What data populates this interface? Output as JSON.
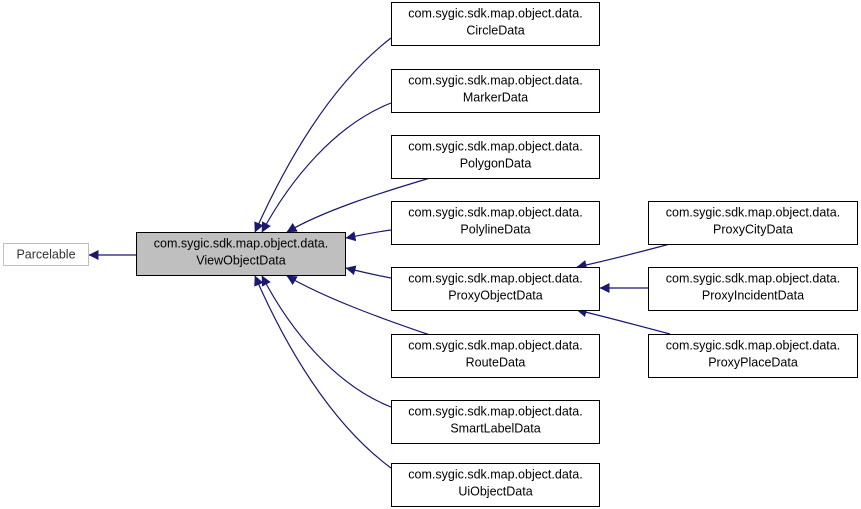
{
  "diagram": {
    "nodes": [
      {
        "id": "parcelable",
        "lines": [
          "Parcelable"
        ],
        "style": "external"
      },
      {
        "id": "viewobjectdata",
        "lines": [
          "com.sygic.sdk.map.object.data.",
          "ViewObjectData"
        ],
        "style": "focus"
      },
      {
        "id": "circledata",
        "lines": [
          "com.sygic.sdk.map.object.data.",
          "CircleData"
        ],
        "style": "normal"
      },
      {
        "id": "markerdata",
        "lines": [
          "com.sygic.sdk.map.object.data.",
          "MarkerData"
        ],
        "style": "normal"
      },
      {
        "id": "polygondata",
        "lines": [
          "com.sygic.sdk.map.object.data.",
          "PolygonData"
        ],
        "style": "normal"
      },
      {
        "id": "polylinedata",
        "lines": [
          "com.sygic.sdk.map.object.data.",
          "PolylineData"
        ],
        "style": "normal"
      },
      {
        "id": "proxyobjectdata",
        "lines": [
          "com.sygic.sdk.map.object.data.",
          "ProxyObjectData"
        ],
        "style": "normal"
      },
      {
        "id": "routedata",
        "lines": [
          "com.sygic.sdk.map.object.data.",
          "RouteData"
        ],
        "style": "normal"
      },
      {
        "id": "smartlabeldata",
        "lines": [
          "com.sygic.sdk.map.object.data.",
          "SmartLabelData"
        ],
        "style": "normal"
      },
      {
        "id": "uiobjectdata",
        "lines": [
          "com.sygic.sdk.map.object.data.",
          "UiObjectData"
        ],
        "style": "normal"
      },
      {
        "id": "proxycitydata",
        "lines": [
          "com.sygic.sdk.map.object.data.",
          "ProxyCityData"
        ],
        "style": "normal"
      },
      {
        "id": "proxyincidentdata",
        "lines": [
          "com.sygic.sdk.map.object.data.",
          "ProxyIncidentData"
        ],
        "style": "normal"
      },
      {
        "id": "proxyplacedata",
        "lines": [
          "com.sygic.sdk.map.object.data.",
          "ProxyPlaceData"
        ],
        "style": "normal"
      }
    ],
    "edges": [
      {
        "from": "viewobjectdata",
        "to": "parcelable"
      },
      {
        "from": "circledata",
        "to": "viewobjectdata"
      },
      {
        "from": "markerdata",
        "to": "viewobjectdata"
      },
      {
        "from": "polygondata",
        "to": "viewobjectdata"
      },
      {
        "from": "polylinedata",
        "to": "viewobjectdata"
      },
      {
        "from": "proxyobjectdata",
        "to": "viewobjectdata"
      },
      {
        "from": "routedata",
        "to": "viewobjectdata"
      },
      {
        "from": "smartlabeldata",
        "to": "viewobjectdata"
      },
      {
        "from": "uiobjectdata",
        "to": "viewobjectdata"
      },
      {
        "from": "proxycitydata",
        "to": "proxyobjectdata"
      },
      {
        "from": "proxyincidentdata",
        "to": "proxyobjectdata"
      },
      {
        "from": "proxyplacedata",
        "to": "proxyobjectdata"
      }
    ],
    "colors": {
      "edge": "#191970",
      "focus_fill": "#bfbfbf",
      "node_border": "#000000",
      "external_border": "#bfbfbf",
      "external_text": "#333333"
    }
  }
}
